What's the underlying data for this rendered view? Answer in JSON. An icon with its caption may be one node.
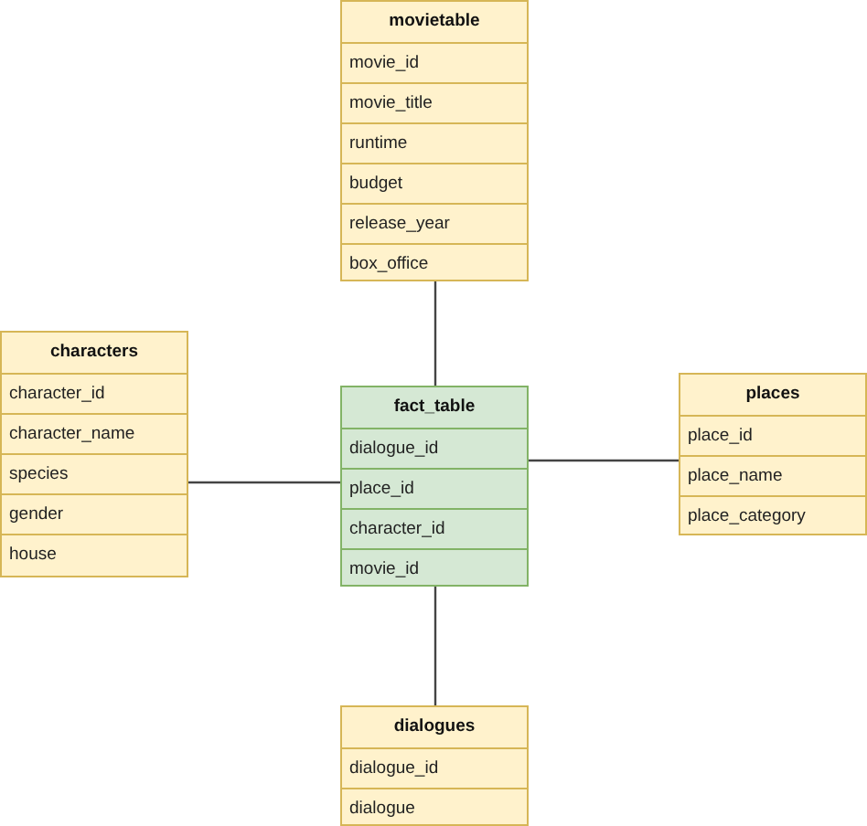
{
  "diagram": {
    "nodes": [
      {
        "text": [
          "movietable",
          "movie_id",
          "movie_title",
          "runtime",
          "budget",
          "release_year",
          "box_office"
        ]
      },
      {
        "text": [
          "characters",
          "character_id",
          "character_name",
          "species",
          "gender",
          "house"
        ]
      },
      {
        "text": [
          "fact_table",
          "dialogue_id",
          "place_id",
          "character_id",
          "movie_id"
        ]
      },
      {
        "text": [
          "places",
          "place_id",
          "place_name",
          "place_category"
        ]
      },
      {
        "text": [
          "dialogues",
          "dialogue_id",
          "dialogue"
        ]
      }
    ],
    "edges": [
      {
        "from": 0,
        "to": 2,
        "arrow": "none"
      },
      {
        "from": 1,
        "to": 2,
        "arrow": "none"
      },
      {
        "from": 2,
        "to": 3,
        "arrow": "none"
      },
      {
        "from": 2,
        "to": 4,
        "arrow": "none"
      }
    ]
  }
}
